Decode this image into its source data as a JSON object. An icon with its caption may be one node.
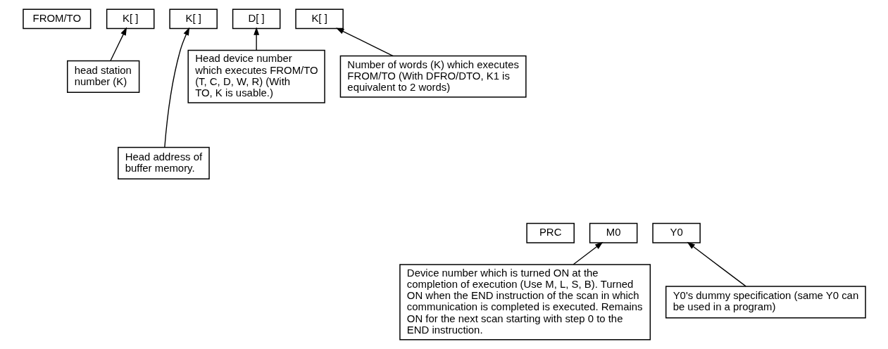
{
  "diagram": {
    "nodes": [
      {
        "text": [
          "FROM/TO"
        ]
      },
      {
        "text": [
          "K[ ]"
        ]
      },
      {
        "text": [
          "K[ ]"
        ]
      },
      {
        "text": [
          "D[ ]"
        ]
      },
      {
        "text": [
          "K[ ]"
        ]
      },
      {
        "text": [
          "head station number (K)"
        ]
      },
      {
        "text": [
          "Head device number which executes FROM/TO (T, C, D, W, R) (With TO, K is usable.)"
        ]
      },
      {
        "text": [
          "Number of words (K) which executes FROM/TO (With DFRO/DTO, K1 is equivalent to 2 words)"
        ]
      },
      {
        "text": [
          "Head address of buffer memory."
        ]
      },
      {
        "text": [
          "PRC"
        ]
      },
      {
        "text": [
          "M0"
        ]
      },
      {
        "text": [
          "Y0"
        ]
      },
      {
        "text": [
          "Device number which is turned ON at the completion of execution (Use M, L, S, B). Turned ON when the END instruction of the scan in which communication is completed is executed. Remains ON for the next scan starting with step 0 to the END instruction."
        ]
      },
      {
        "text": [
          "Y0's dummy specification (same Y0 can be used in a program)"
        ]
      }
    ],
    "edges": [
      {
        "from": 5,
        "to": 1,
        "arrow": "to"
      },
      {
        "from": 8,
        "to": 2,
        "arrow": "to"
      },
      {
        "from": 6,
        "to": 3,
        "arrow": "to"
      },
      {
        "from": 7,
        "to": 4,
        "arrow": "to"
      },
      {
        "from": 12,
        "to": 10,
        "arrow": "to"
      },
      {
        "from": 13,
        "to": 11,
        "arrow": "to"
      }
    ]
  }
}
